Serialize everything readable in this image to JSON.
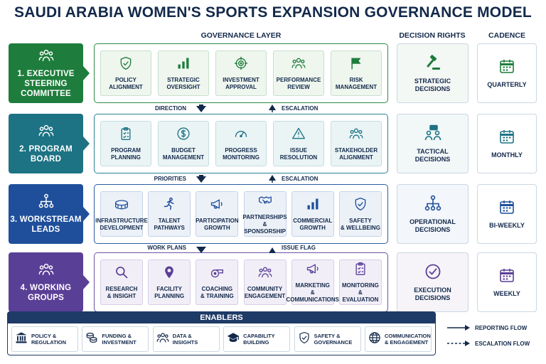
{
  "title": "SAUDI ARABIA WOMEN'S SPORTS EXPANSION GOVERNANCE MODEL",
  "column_headers": {
    "governance": "GOVERNANCE LAYER",
    "decision": "DECISION RIGHTS",
    "cadence": "CADENCE"
  },
  "colors": {
    "tier1": "#1e7d3c",
    "tier2": "#1d7384",
    "tier3": "#1f4f9b",
    "tier4": "#5a3f96",
    "navy": "#13294b"
  },
  "tiers": [
    {
      "label": "1. EXECUTIVE\nSTEERING\nCOMMITTEE",
      "icon": "people-icon",
      "cards": [
        {
          "label": "POLICY\nALIGNMENT",
          "icon": "shield-check-icon"
        },
        {
          "label": "STRATEGIC\nOVERSIGHT",
          "icon": "bar-chart-icon"
        },
        {
          "label": "INVESTMENT\nAPPROVAL",
          "icon": "target-icon"
        },
        {
          "label": "PERFORMANCE\nREVIEW",
          "icon": "people-icon"
        },
        {
          "label": "RISK\nMANAGEMENT",
          "icon": "flag-icon"
        }
      ],
      "decision": {
        "label": "STRATEGIC\nDECISIONS",
        "icon": "gavel-icon"
      },
      "cadence": {
        "label": "QUARTERLY",
        "icon": "calendar-icon"
      }
    },
    {
      "label": "2. PROGRAM\nBOARD",
      "icon": "people-icon",
      "cards": [
        {
          "label": "PROGRAM\nPLANNING",
          "icon": "clipboard-icon"
        },
        {
          "label": "BUDGET\nMANAGEMENT",
          "icon": "dollar-icon"
        },
        {
          "label": "PROGRESS\nMONITORING",
          "icon": "gauge-icon"
        },
        {
          "label": "ISSUE\nRESOLUTION",
          "icon": "warning-icon"
        },
        {
          "label": "STAKEHOLDER\nALIGNMENT",
          "icon": "people-icon"
        }
      ],
      "decision": {
        "label": "TACTICAL\nDECISIONS",
        "icon": "discussion-icon"
      },
      "cadence": {
        "label": "MONTHLY",
        "icon": "calendar-icon"
      }
    },
    {
      "label": "3. WORKSTREAM\nLEADS",
      "icon": "hierarchy-icon",
      "cards": [
        {
          "label": "INFRASTRUCTURE\nDEVELOPMENT",
          "icon": "stadium-icon"
        },
        {
          "label": "TALENT\nPATHWAYS",
          "icon": "runner-icon"
        },
        {
          "label": "PARTICIPATION\nGROWTH",
          "icon": "megaphone-icon"
        },
        {
          "label": "PARTNERSHIPS\n& SPONSORSHIP",
          "icon": "handshake-icon"
        },
        {
          "label": "COMMERCIAL\nGROWTH",
          "icon": "bar-chart-icon"
        },
        {
          "label": "SAFETY\n& WELLBEING",
          "icon": "shield-check-icon"
        }
      ],
      "decision": {
        "label": "OPERATIONAL\nDECISIONS",
        "icon": "hierarchy-icon"
      },
      "cadence": {
        "label": "BI-WEEKLY",
        "icon": "calendar-icon"
      }
    },
    {
      "label": "4. WORKING\nGROUPS",
      "icon": "people-icon",
      "cards": [
        {
          "label": "RESEARCH\n& INSIGHT",
          "icon": "search-icon"
        },
        {
          "label": "FACILITY\nPLANNING",
          "icon": "pin-icon"
        },
        {
          "label": "COACHING\n& TRAINING",
          "icon": "whistle-icon"
        },
        {
          "label": "COMMUNITY\nENGAGEMENT",
          "icon": "people-icon"
        },
        {
          "label": "MARKETING\n& COMMUNICATIONS",
          "icon": "megaphone-icon"
        },
        {
          "label": "MONITORING\n& EVALUATION",
          "icon": "clipboard-icon"
        }
      ],
      "decision": {
        "label": "EXECUTION\nDECISIONS",
        "icon": "check-circle-icon"
      },
      "cadence": {
        "label": "WEEKLY",
        "icon": "calendar-icon"
      }
    }
  ],
  "flows": [
    {
      "down": "DIRECTION",
      "up": "ESCALATION"
    },
    {
      "down": "PRIORITIES",
      "up": "ESCALATION"
    },
    {
      "down": "WORK PLANS",
      "up": "ISSUE FLAG"
    }
  ],
  "enablers": {
    "title": "ENABLERS",
    "items": [
      {
        "label": "POLICY &\nREGULATION",
        "icon": "institution-icon"
      },
      {
        "label": "FUNDING &\nINVESTMENT",
        "icon": "coins-icon"
      },
      {
        "label": "DATA &\nINSIGHTS",
        "icon": "people-icon"
      },
      {
        "label": "CAPABILITY\nBUILDING",
        "icon": "graduation-cap-icon"
      },
      {
        "label": "SAFETY &\nGOVERNANCE",
        "icon": "shield-check-icon"
      },
      {
        "label": "COMMUNICATION\n& ENGAGEMENT",
        "icon": "globe-icon"
      }
    ]
  },
  "legend": {
    "reporting": "REPORTING FLOW",
    "escalation": "ESCALATION FLOW"
  }
}
